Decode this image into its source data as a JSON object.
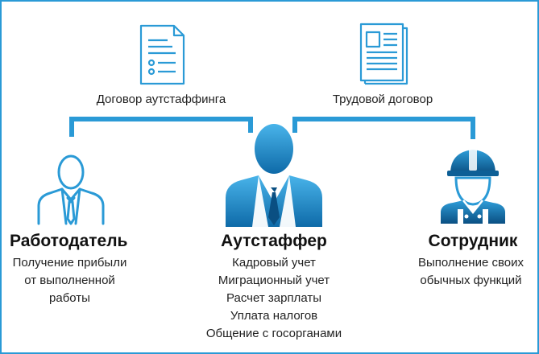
{
  "colors": {
    "accent": "#2a9ad6",
    "accent_dark": "#0d5f96",
    "text": "#1a1a1a",
    "border": "#2a9ad6"
  },
  "contracts": {
    "left": {
      "label": "Договор аутстаффинга",
      "icon": "contract-document-icon"
    },
    "right": {
      "label": "Трудовой договор",
      "icon": "employment-document-icon"
    }
  },
  "roles": {
    "employer": {
      "icon": "businessman-icon",
      "title": "Работодатель",
      "lines": [
        "Получение прибыли",
        "от выполненной",
        "работы"
      ]
    },
    "outstaffer": {
      "icon": "manager-icon",
      "title": "Аутстаффер",
      "lines": [
        "Кадровый учет",
        "Миграционный учет",
        "Расчет зарплаты",
        "Уплата налогов",
        "Общение с госорганами"
      ]
    },
    "employee": {
      "icon": "worker-helmet-icon",
      "title": "Сотрудник",
      "lines": [
        "Выполнение своих",
        "обычных функций"
      ]
    }
  }
}
